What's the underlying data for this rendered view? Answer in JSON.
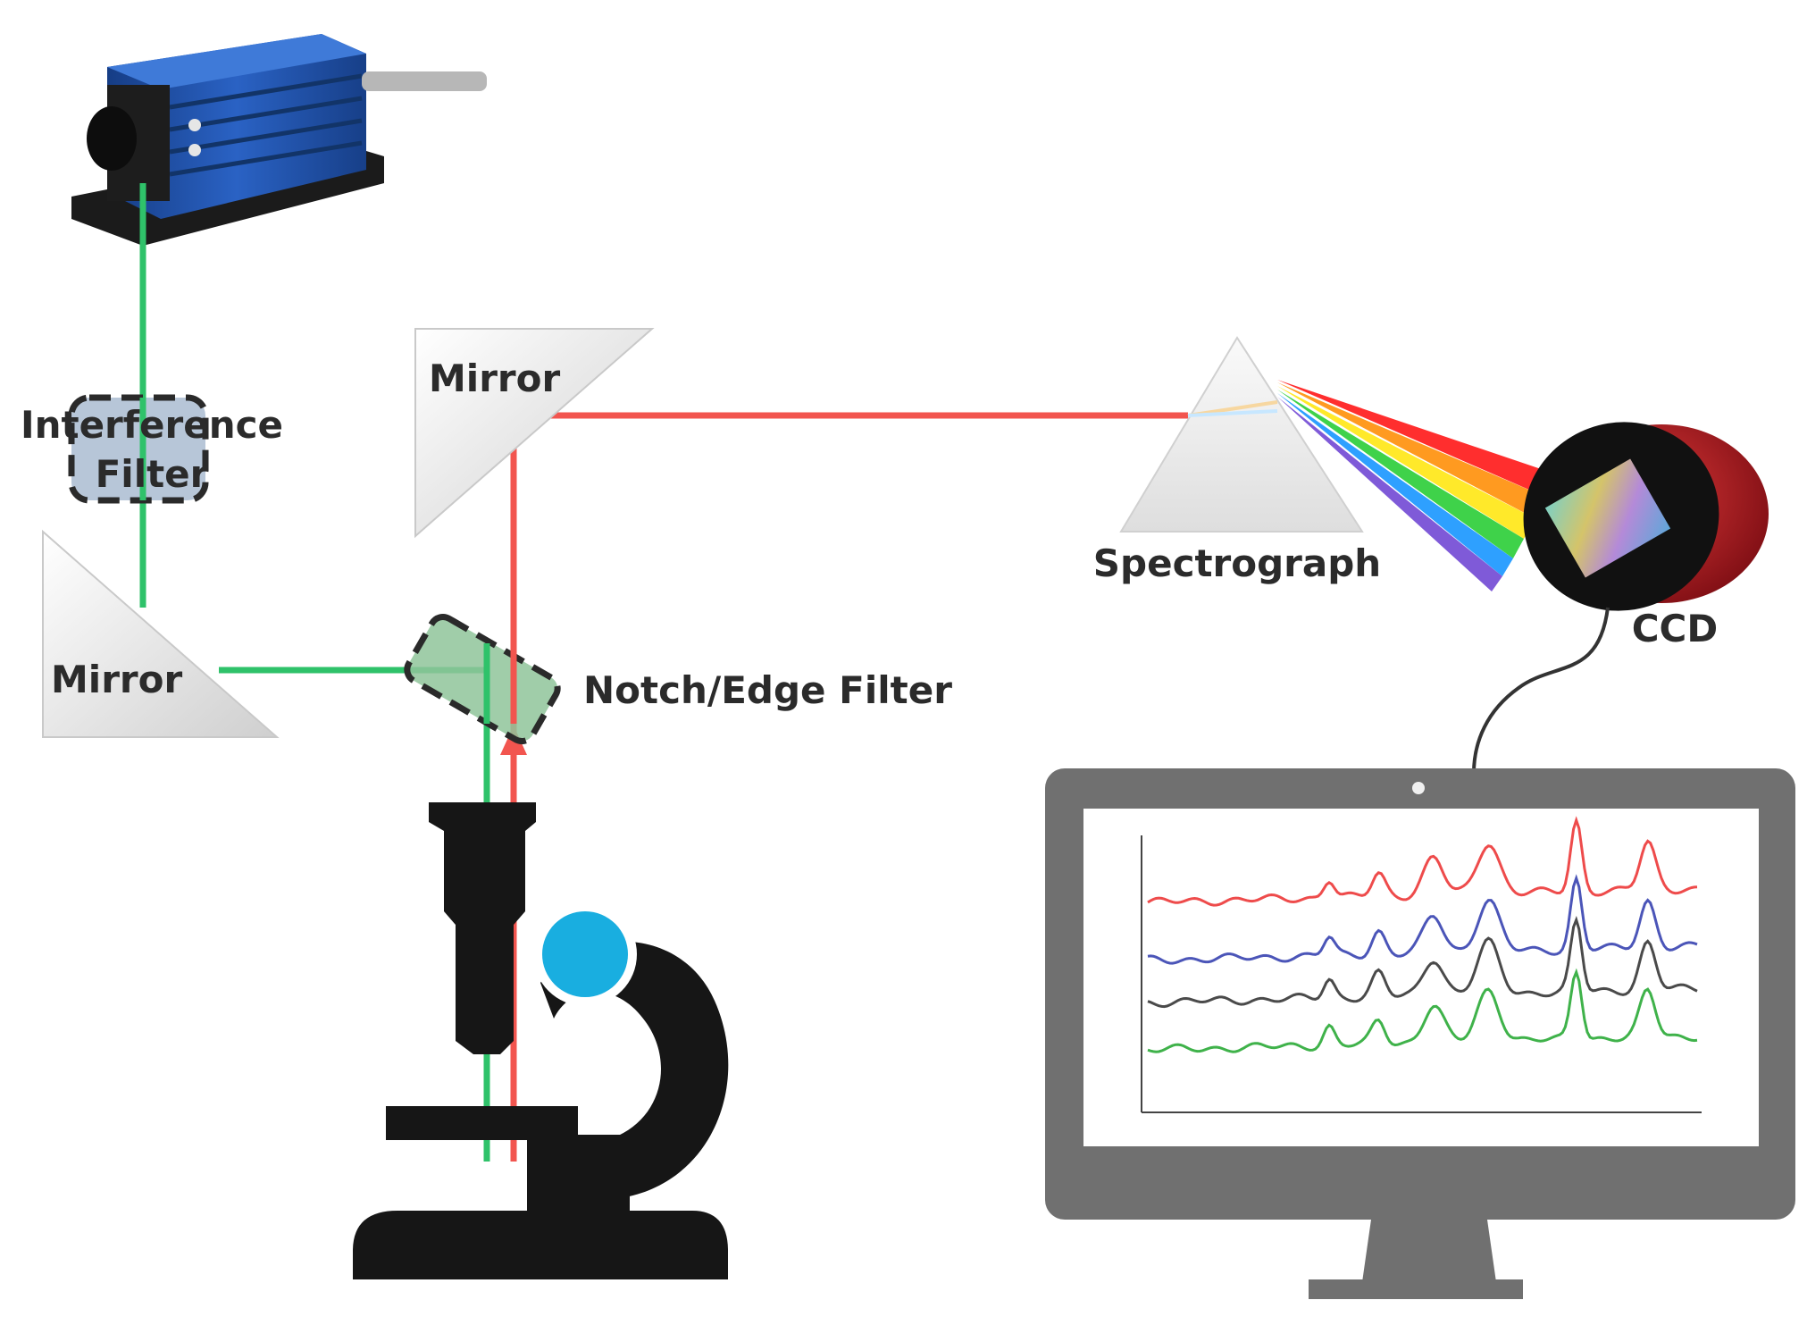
{
  "labels": {
    "interference_line1": "Interference",
    "interference_line2": "Filter",
    "mirror_left": "Mirror",
    "mirror_top": "Mirror",
    "notch_filter": "Notch/Edge Filter",
    "spectrograph": "Spectrograph",
    "ccd": "CCD"
  },
  "colors": {
    "laser_beam": "#2fc26a",
    "scattered_beam": "#f2554f",
    "laser_body": "#1f4fa8",
    "ccd_body": "#b3131c",
    "monitor": "#707070",
    "microscope": "#161616",
    "sample": "#19aee0",
    "filter_fill_interference": "#b7c6d8",
    "filter_fill_notch": "#8fc49a"
  },
  "icons": [
    "laser-icon",
    "mirror-icon",
    "filter-icon",
    "prism-icon",
    "ccd-camera-icon",
    "microscope-icon",
    "monitor-icon"
  ],
  "monitor_chart": {
    "series": [
      {
        "color": "#ee4b4b",
        "level": 0.78
      },
      {
        "color": "#4b55b8",
        "level": 0.56
      },
      {
        "color": "#4a4a4a",
        "level": 0.4
      },
      {
        "color": "#3fb24a",
        "level": 0.22
      }
    ]
  }
}
